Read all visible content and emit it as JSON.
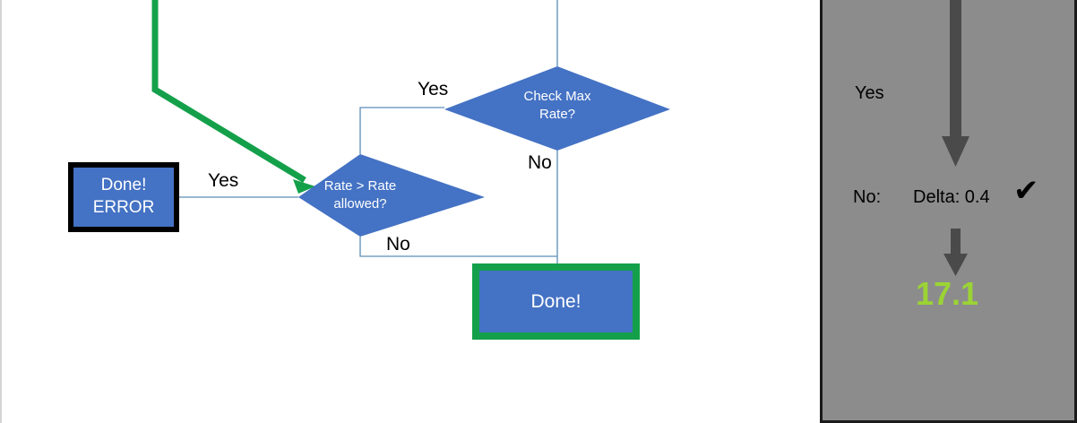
{
  "flowchart": {
    "nodes": {
      "error_box": {
        "label": "Done!\nERROR"
      },
      "done_box": {
        "label": "Done!"
      },
      "decision_rate": {
        "label": "Rate > Rate\nallowed?"
      },
      "decision_max": {
        "label": "Check Max\nRate?"
      }
    },
    "edge_labels": {
      "error_yes": "Yes",
      "max_yes": "Yes",
      "max_no": "No",
      "rate_no": "No"
    },
    "colors": {
      "node_fill": "#4472C4",
      "error_border": "#000000",
      "done_border": "#14A04A",
      "highlight_path": "#14A04A",
      "connector": "#5B8DB8"
    }
  },
  "panel": {
    "yes_label": "Yes",
    "no_label": "No:",
    "delta_label": "Delta: 0.4",
    "check_glyph": "✔",
    "result_value": "17.1",
    "colors": {
      "background": "#8c8c8c",
      "border": "#1a1a1a",
      "arrow": "#4a4a4a",
      "result": "#9BD335"
    }
  }
}
